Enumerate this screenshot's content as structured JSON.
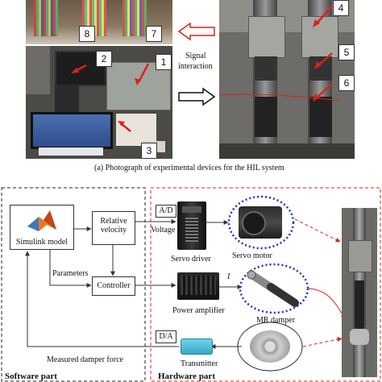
{
  "top": {
    "caption": "(a) Photograph of experimental devices for the HIL system",
    "signal_label_line1": "Signal",
    "signal_label_line2": "interaction",
    "markers": [
      "1",
      "2",
      "3",
      "4",
      "5",
      "6",
      "7",
      "8"
    ]
  },
  "bottom": {
    "simulink_label": "Simulink model",
    "relative_velocity_line1": "Relative",
    "relative_velocity_line2": "velocity",
    "parameters_label": "Parameters",
    "controller_label": "Controller",
    "ad_label": "A/D",
    "voltage_label": "Voltage",
    "servo_driver_label": "Servo driver",
    "servo_motor_label": "Servo motor",
    "current_label": "I",
    "power_amplifier_label": "Power amplifier",
    "mr_damper_label": "MR damper",
    "da_label": "D/A",
    "transmitter_label": "Transmitter",
    "measured_force_label": "Measured damper force",
    "software_part_label": "Software part",
    "hardware_part_label": "Hardware part"
  },
  "colors": {
    "red_arrow": "#d9231d",
    "blue_circle": "#1a2fd0",
    "line": "#333333"
  }
}
